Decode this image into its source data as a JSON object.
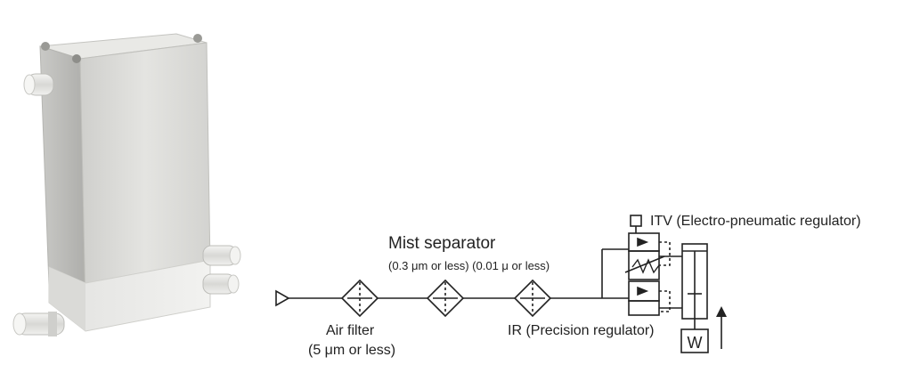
{
  "diagram": {
    "labels": {
      "mist_separator": "Mist separator",
      "mist_ratings": "(0.3 μm or less) (0.01 μ or less)",
      "air_filter": "Air filter",
      "air_filter_rating": "(5 μm or less)",
      "ir": "IR (Precision regulator)",
      "itv": "ITV (Electro-pneumatic regulator)",
      "weight": "W"
    }
  },
  "colors": {
    "line": "#222222",
    "body_light": "#dcdcda",
    "body_shadow": "#b9b9b6",
    "base_block": "#e8e8e6"
  }
}
